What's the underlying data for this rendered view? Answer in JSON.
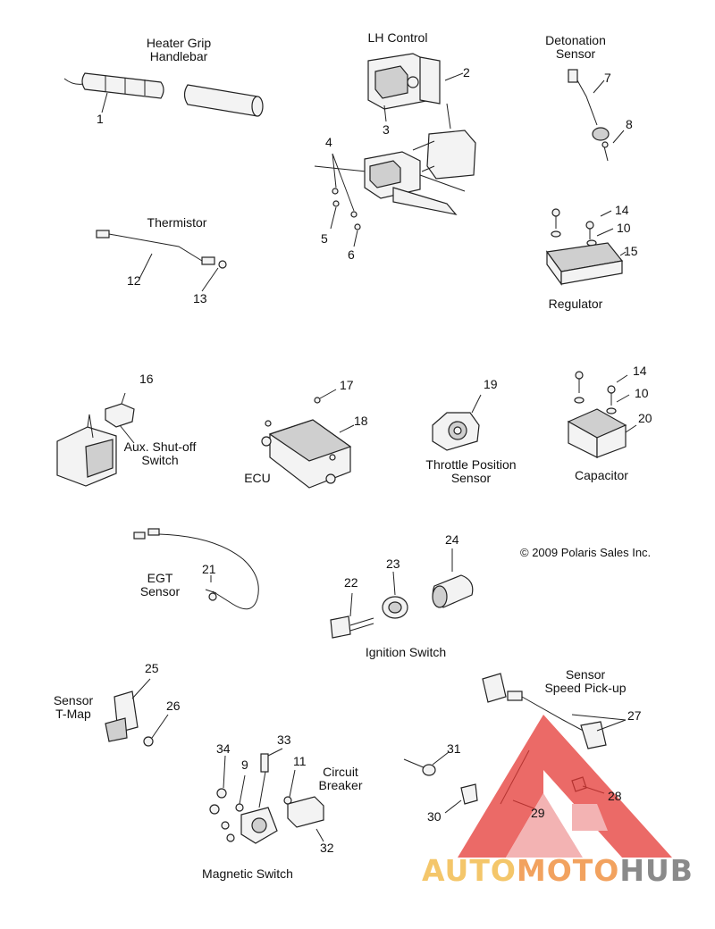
{
  "group_labels": {
    "heater_grip": "Heater Grip\nHandlebar",
    "lh_control": "LH Control",
    "detonation_sensor": "Detonation\nSensor",
    "thermistor": "Thermistor",
    "regulator": "Regulator",
    "aux_shutoff": "Aux. Shut-off\nSwitch",
    "ecu": "ECU",
    "throttle_position": "Throttle Position\nSensor",
    "capacitor": "Capacitor",
    "egt_sensor": "EGT\nSensor",
    "ignition_switch": "Ignition Switch",
    "speed_pickup": "Sensor\nSpeed Pick-up",
    "tmap": "Sensor\nT-Map",
    "circuit_breaker": "Circuit\nBreaker",
    "magnetic_switch": "Magnetic Switch"
  },
  "callouts": {
    "n1": "1",
    "n2": "2",
    "n3": "3",
    "n4": "4",
    "n5": "5",
    "n6": "6",
    "n7": "7",
    "n8": "8",
    "n14a": "14",
    "n10a": "10",
    "n15": "15",
    "n12": "12",
    "n13": "13",
    "n16": "16",
    "n17": "17",
    "n18": "18",
    "n19": "19",
    "n14b": "14",
    "n10b": "10",
    "n20": "20",
    "n21": "21",
    "n22": "22",
    "n23": "23",
    "n24": "24",
    "n25": "25",
    "n26": "26",
    "n27": "27",
    "n28": "28",
    "n29": "29",
    "n30": "30",
    "n31": "31",
    "n33": "33",
    "n34": "34",
    "n9": "9",
    "n11": "11",
    "n32": "32"
  },
  "copyright": "© 2009 Polaris Sales Inc.",
  "watermark": {
    "part1": "AUTO",
    "part2": "MOTO",
    "part3": "HUB"
  },
  "colors": {
    "watermark_red": "#e53935",
    "watermark_yellow": "#f4c66a",
    "watermark_orange": "#f2a25f",
    "watermark_gray": "#8a8a8a"
  }
}
